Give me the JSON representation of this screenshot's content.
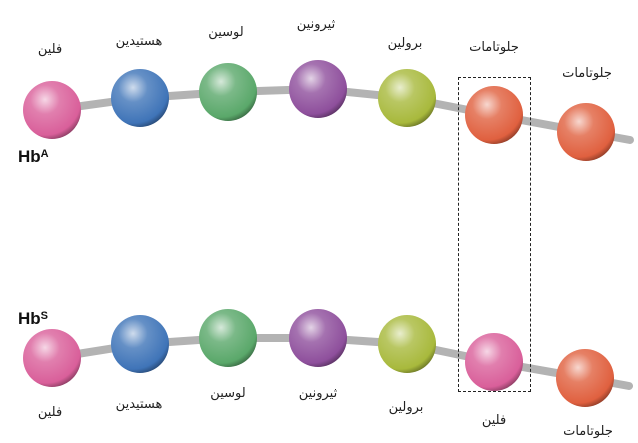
{
  "colors": {
    "pink": "#d95f9a",
    "blue": "#3f74b8",
    "green": "#5aa86a",
    "purple": "#8e4f9c",
    "olive": "#a8b93c",
    "orange": "#e0603f",
    "linker": "#b3b3b3"
  },
  "chains": [
    {
      "label_main": "Hb",
      "label_sup": "A",
      "residues": [
        {
          "name": "فلين",
          "color": "pink"
        },
        {
          "name": "هستيدين",
          "color": "blue"
        },
        {
          "name": "لوسين",
          "color": "green"
        },
        {
          "name": "ثيرونين",
          "color": "purple"
        },
        {
          "name": "برولين",
          "color": "olive"
        },
        {
          "name": "جلوتامات",
          "color": "orange"
        },
        {
          "name": "جلوتامات",
          "color": "orange"
        }
      ]
    },
    {
      "label_main": "Hb",
      "label_sup": "S",
      "residues": [
        {
          "name": "فلين",
          "color": "pink"
        },
        {
          "name": "هستيدين",
          "color": "blue"
        },
        {
          "name": "لوسين",
          "color": "green"
        },
        {
          "name": "ثيرونين",
          "color": "purple"
        },
        {
          "name": "برولين",
          "color": "olive"
        },
        {
          "name": "فلين",
          "color": "pink"
        },
        {
          "name": "جلوتامات",
          "color": "orange"
        }
      ]
    }
  ]
}
